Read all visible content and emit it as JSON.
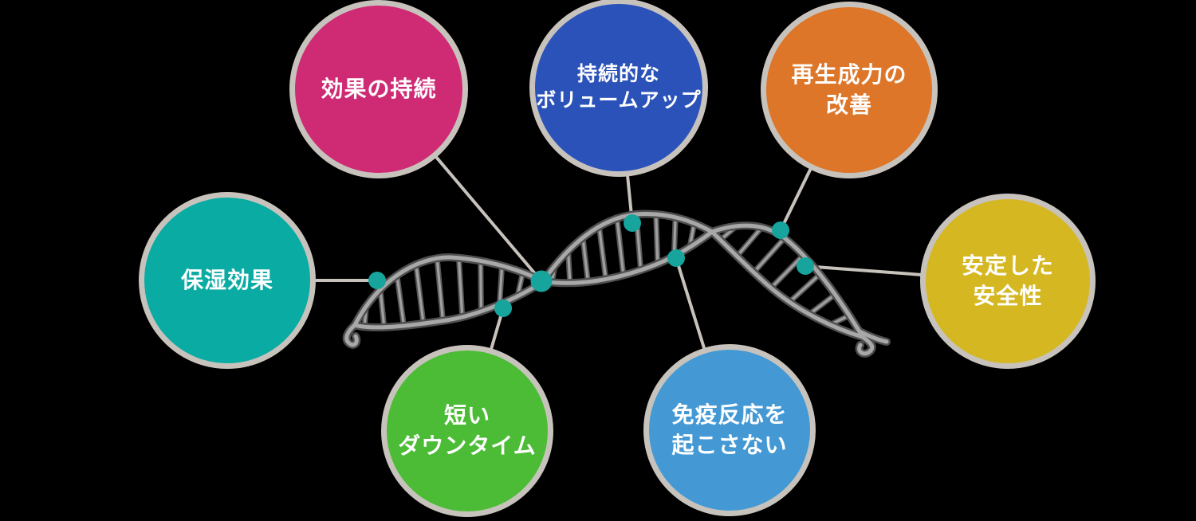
{
  "background_color": "#000000",
  "ring_color": "#C7C3BC",
  "connector_color": "#C7C3BC",
  "dot_color": "#17A49D",
  "illustration": {
    "name": "dna-helix-illustration"
  },
  "bubbles": [
    {
      "name": "effect-persistence",
      "lines": [
        "効果の持続"
      ],
      "color": "#CE2B74"
    },
    {
      "name": "sustained-volume-up",
      "lines": [
        "持続的な",
        "ボリュームアップ"
      ],
      "color": "#2A52B9"
    },
    {
      "name": "regeneration-improvement",
      "lines": [
        "再生成力の",
        "改善"
      ],
      "color": "#DD7629"
    },
    {
      "name": "moisturizing-effect",
      "lines": [
        "保湿効果"
      ],
      "color": "#0AABA3"
    },
    {
      "name": "stable-safety",
      "lines": [
        "安定した",
        "安全性"
      ],
      "color": "#D5B722"
    },
    {
      "name": "short-downtime",
      "lines": [
        "短い",
        "ダウンタイム"
      ],
      "color": "#4CBC36"
    },
    {
      "name": "no-immune-reaction",
      "lines": [
        "免疫反応を",
        "起こさない"
      ],
      "color": "#4499D4"
    }
  ]
}
